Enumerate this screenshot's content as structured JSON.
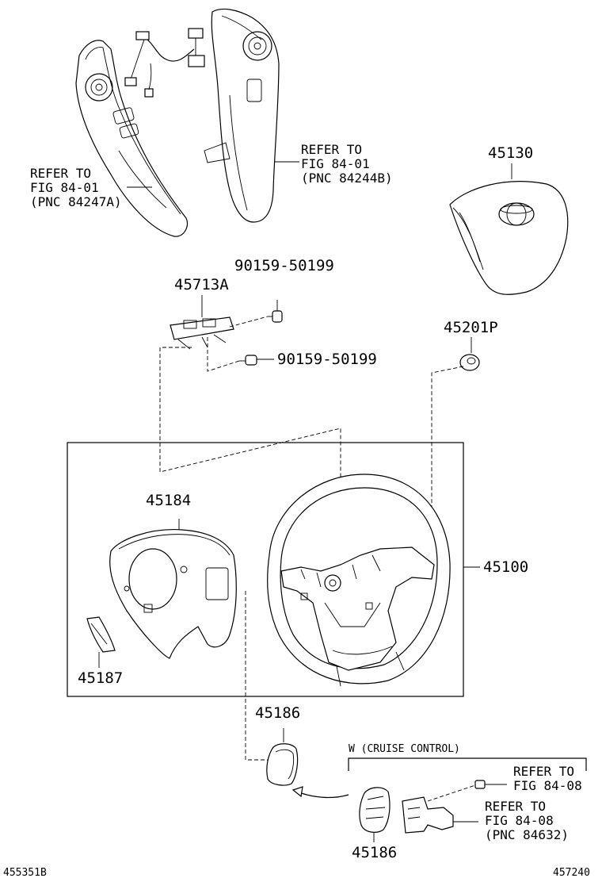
{
  "labels": {
    "refer_left": "REFER TO\nFIG 84-01\n(PNC 84247A)",
    "refer_right": "REFER TO\nFIG 84-01\n(PNC 84244B)",
    "p45130": "45130",
    "p90159_top": "90159-50199",
    "p45713A": "45713A",
    "p90159_mid": "90159-50199",
    "p45201P": "45201P",
    "p45184": "45184",
    "p45100": "45100",
    "p45187": "45187",
    "p45186_top": "45186",
    "w_cruise": "W (CRUISE CONTROL)",
    "refer_cc1": "REFER TO\nFIG 84-08",
    "refer_cc2": "REFER TO\nFIG 84-08\n(PNC 84632)",
    "p45186_bottom": "45186",
    "code_left": "455351B",
    "code_right": "457240"
  }
}
